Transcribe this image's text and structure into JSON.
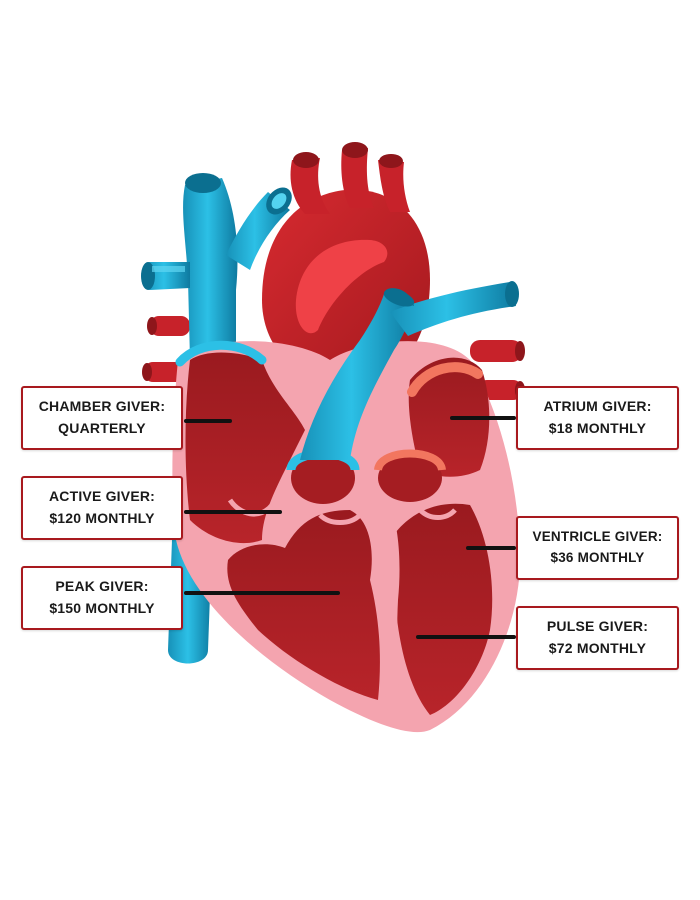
{
  "labels": {
    "chamber": {
      "title": "CHAMBER GIVER:",
      "amount": "QUARTERLY"
    },
    "active": {
      "title": "ACTIVE GIVER:",
      "amount": "$120 MONTHLY"
    },
    "peak": {
      "title": "PEAK GIVER:",
      "amount": "$150 MONTHLY"
    },
    "atrium": {
      "title": "ATRIUM GIVER:",
      "amount": "$18 MONTHLY"
    },
    "ventricle": {
      "title": "VENTRICLE GIVER:",
      "amount": "$36 MONTHLY"
    },
    "pulse": {
      "title": "PULSE GIVER:",
      "amount": "$72 MONTHLY"
    }
  },
  "colors": {
    "box_border": "#a8191e",
    "leader_line": "#111111",
    "artery_red": "#c7222a",
    "artery_dark": "#8e161b",
    "vein_blue": "#21a8cf",
    "vein_dark": "#0b6f90",
    "tissue_pink": "#f4a4af",
    "chamber_red": "#a51d22"
  }
}
